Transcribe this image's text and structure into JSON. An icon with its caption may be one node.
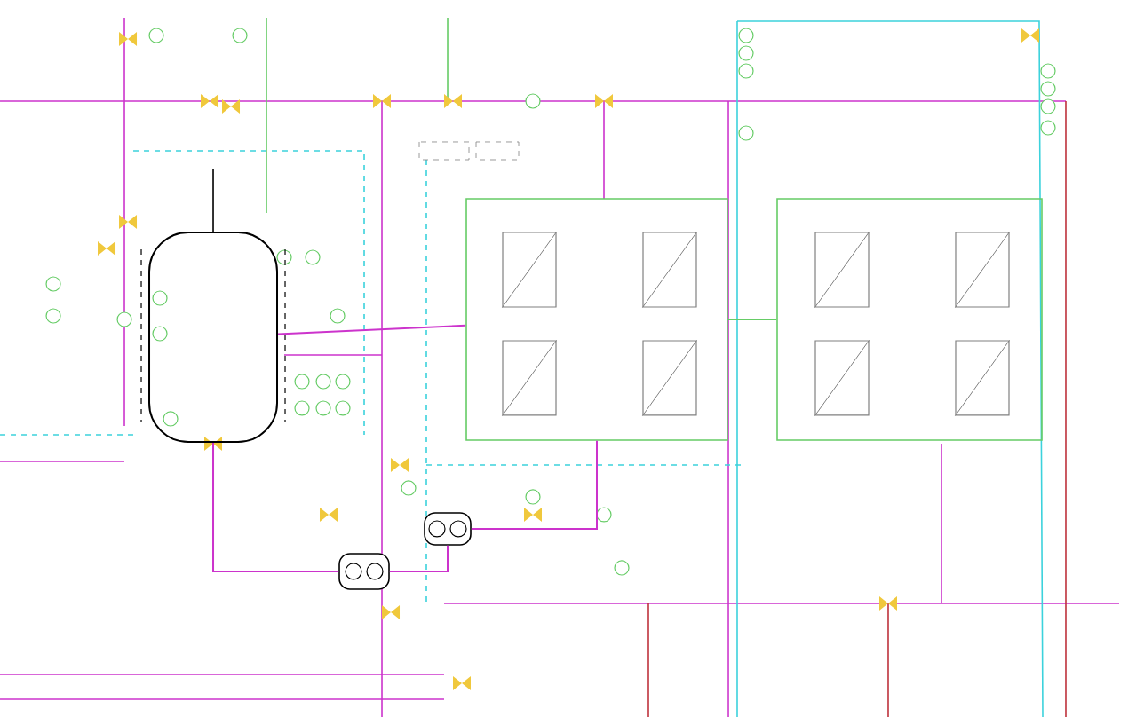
{
  "diagram": {
    "nodes": [
      {
        "text": [],
        "shape": "cylinder"
      },
      {
        "text": [],
        "shape": "box"
      },
      {
        "text": [],
        "shape": "box",
        "in": 1
      },
      {
        "text": [],
        "shape": "box",
        "in": 1
      },
      {
        "text": [],
        "shape": "box",
        "in": 1
      },
      {
        "text": [],
        "shape": "box",
        "in": 1
      },
      {
        "text": [],
        "shape": "box"
      },
      {
        "text": [],
        "shape": "box",
        "in": 6
      },
      {
        "text": [],
        "shape": "box",
        "in": 6
      },
      {
        "text": [],
        "shape": "box",
        "in": 6
      },
      {
        "text": [],
        "shape": "box",
        "in": 6
      },
      {
        "text": [],
        "shape": "pump"
      },
      {
        "text": [],
        "shape": "pump"
      }
    ],
    "edges": [
      {
        "from": 0,
        "to": 1,
        "arrow": "none"
      },
      {
        "from": 1,
        "to": 6,
        "arrow": "none",
        "color": "#66cc66"
      },
      {
        "from": 11,
        "to": 1,
        "arrow": "none"
      },
      {
        "from": 12,
        "to": 11,
        "arrow": "none"
      },
      {
        "from": 0,
        "to": 12,
        "arrow": "none"
      }
    ]
  }
}
